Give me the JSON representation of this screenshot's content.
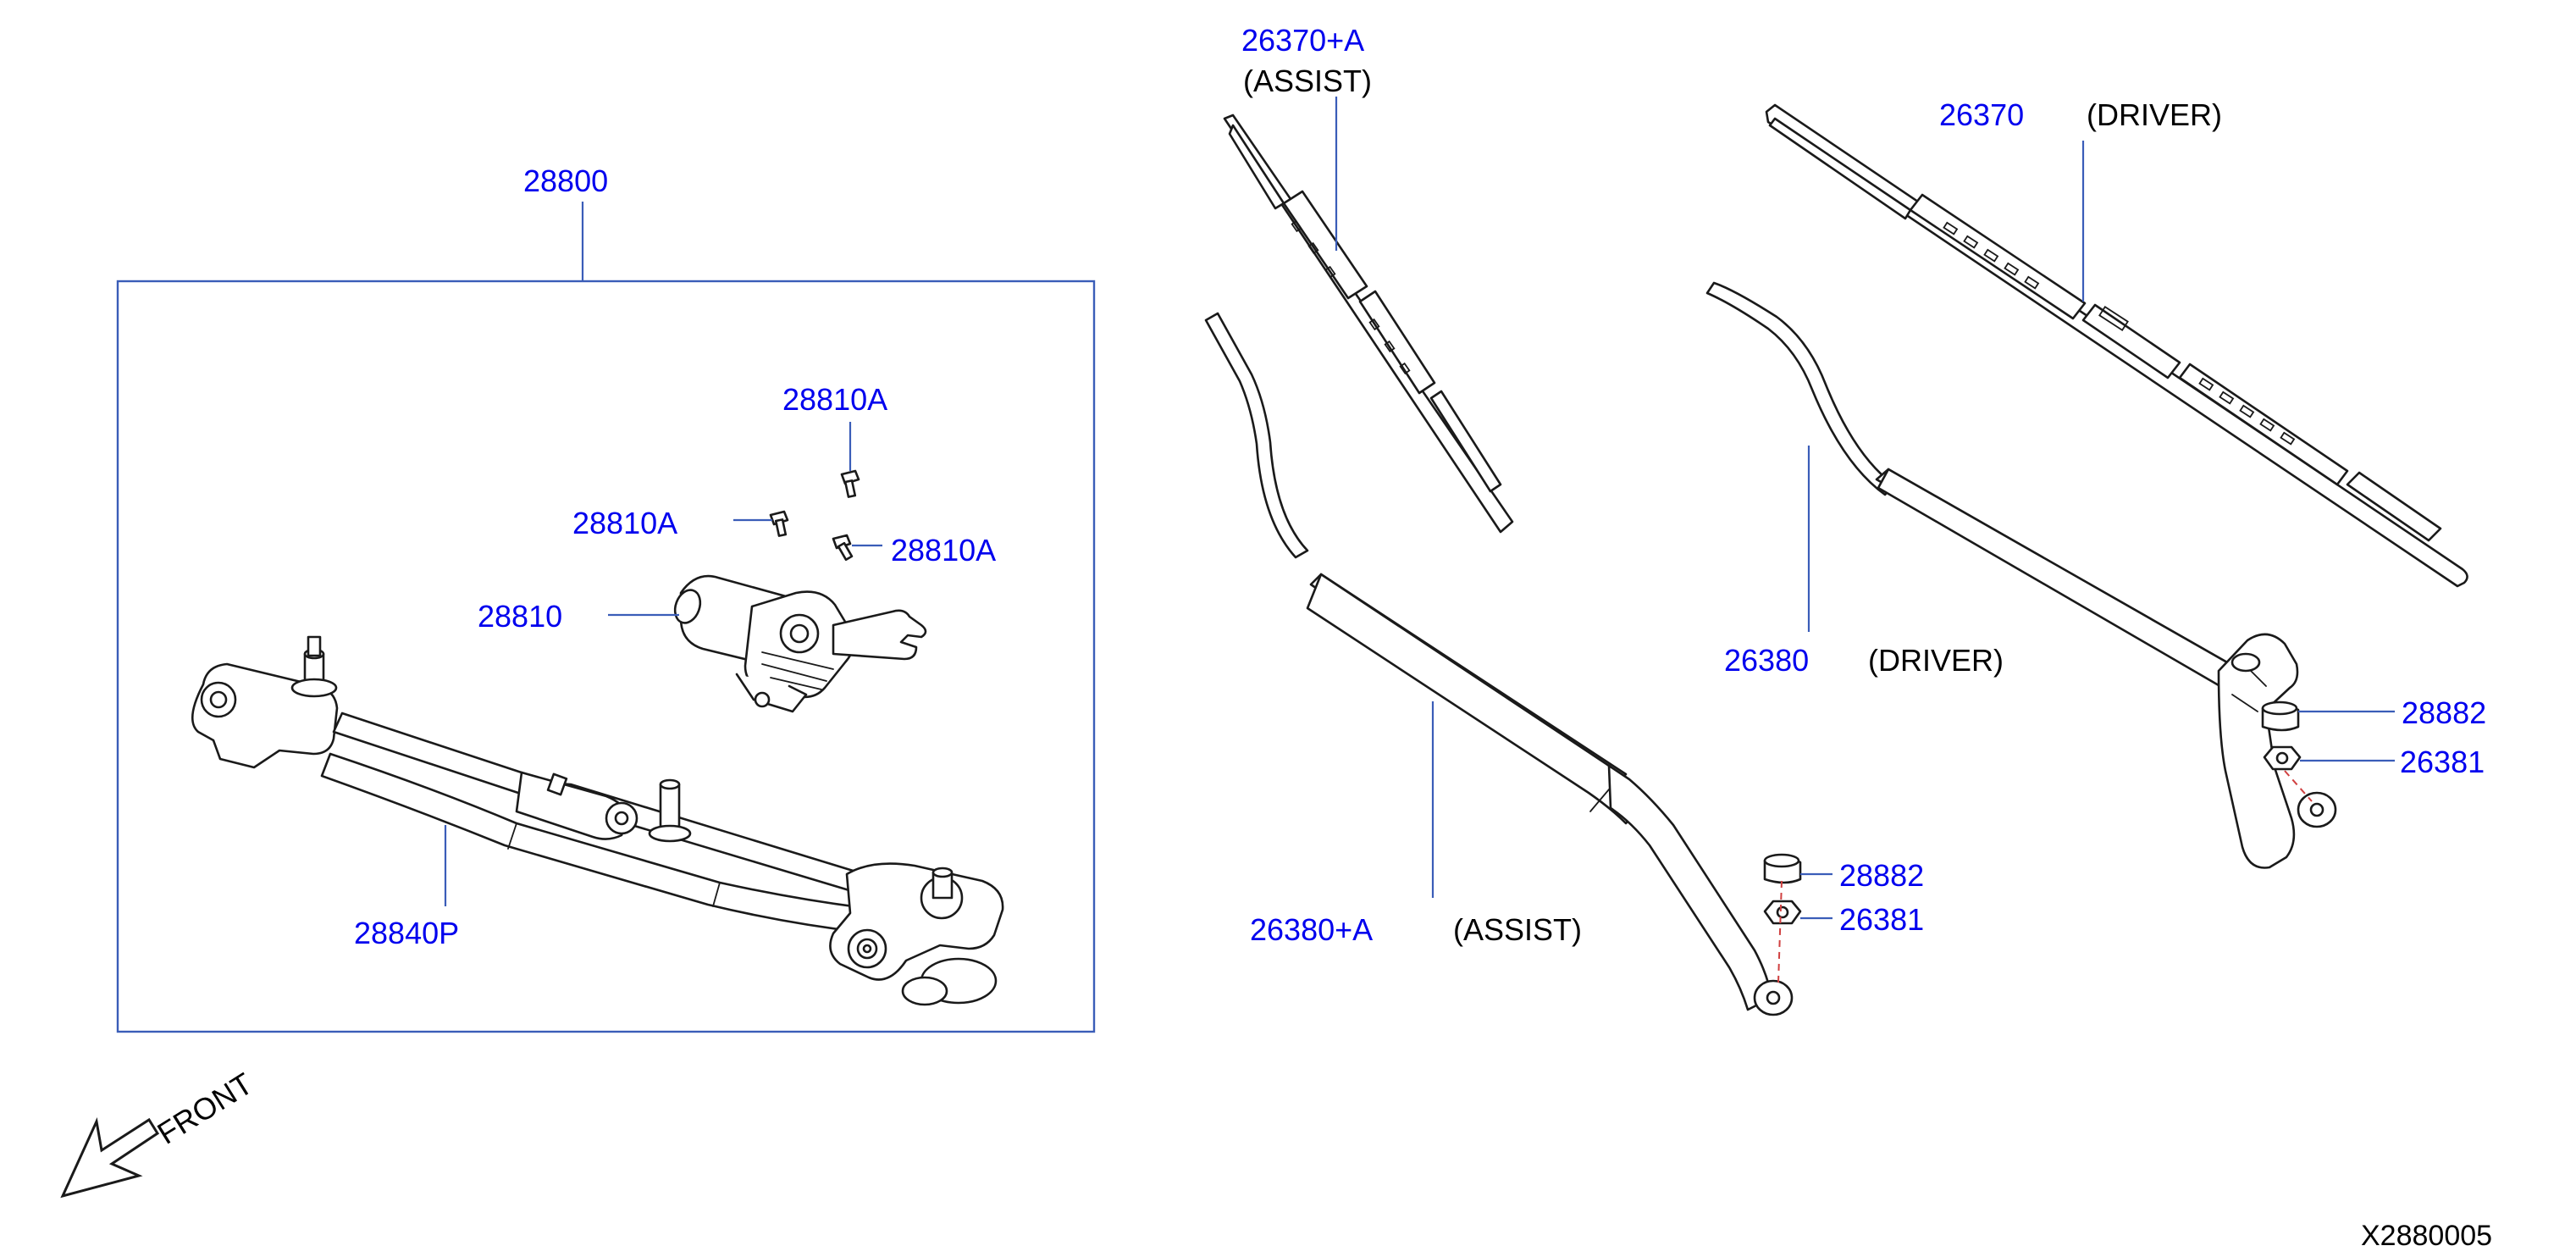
{
  "colors": {
    "part_number": "#0000ee",
    "note": "#000000",
    "leader": "#3a5db8",
    "box": "#3a5db8",
    "drawing": "#1a1a1a",
    "pin_line": "#d04040"
  },
  "labels": {
    "assembly": "28800",
    "motor_bolt_top": "28810A",
    "motor_bolt_left": "28810A",
    "motor_bolt_right": "28810A",
    "motor": "28810",
    "linkage": "28840P",
    "blade_assist": "26370+A",
    "blade_assist_note": "(ASSIST)",
    "blade_driver": "26370",
    "blade_driver_note": "(DRIVER)",
    "arm_driver": "26380",
    "arm_driver_note": "(DRIVER)",
    "arm_assist": "26380+A",
    "arm_assist_note": "(ASSIST)",
    "cap_assist": "28882",
    "nut_assist": "26381",
    "cap_driver": "28882",
    "nut_driver": "26381",
    "front": "FRONT",
    "sheet_id": "X2880005"
  },
  "icons": {
    "front_arrow": "front-arrow-icon"
  }
}
